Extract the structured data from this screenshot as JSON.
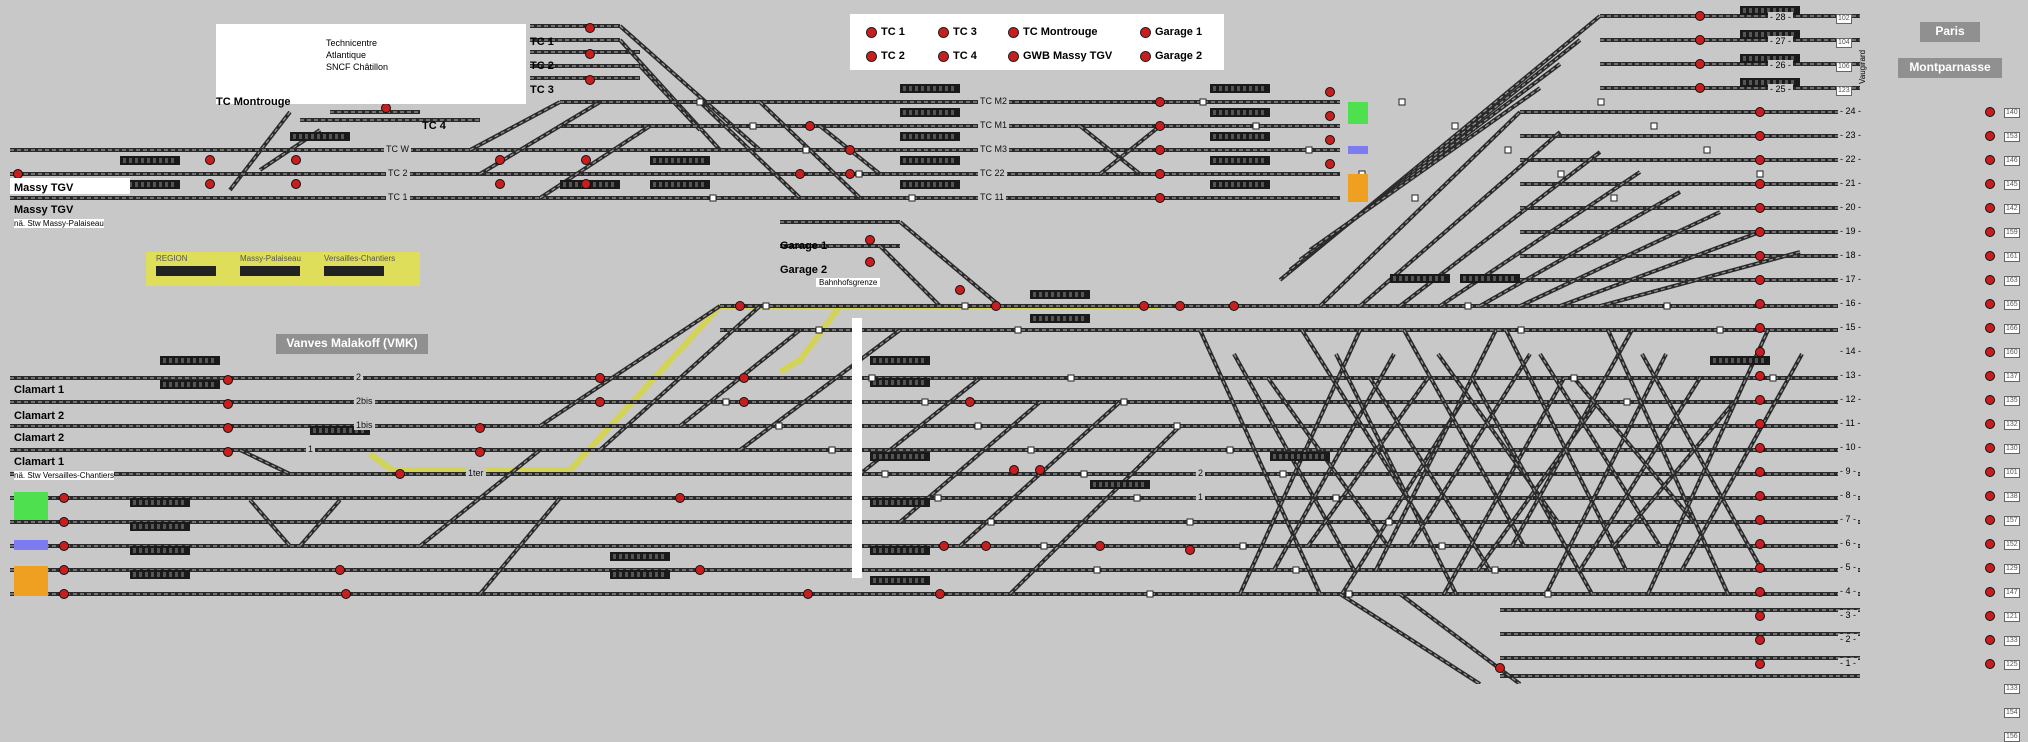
{
  "colors": {
    "background": "#c8c8c8",
    "track": "#2a2a2a",
    "signal_red": "#c81e1e",
    "region_yellow": "#dede5a",
    "route_yellow": "#d4d44a",
    "green_marker": "#4fe04f",
    "blue_marker": "#7c7cf0",
    "orange_marker": "#f0a020",
    "white_panel": "#ffffff",
    "header_gray": "#909090"
  },
  "header": {
    "paris": "Paris",
    "montparnasse": "Montparnasse",
    "vaugirard": "Vaugirard"
  },
  "technicentre": {
    "line1": "Technicentre",
    "line2": "Atlantique",
    "line3": "SNCF Châtillon"
  },
  "legend": [
    {
      "label": "TC 1"
    },
    {
      "label": "TC 3"
    },
    {
      "label": "TC Montrouge"
    },
    {
      "label": "Garage 1"
    },
    {
      "label": "TC 2"
    },
    {
      "label": "TC 4"
    },
    {
      "label": "GWB Massy TGV"
    },
    {
      "label": "Garage 2"
    }
  ],
  "region_panel": {
    "region": "REGION",
    "massy": "Massy-Palaiseau",
    "versailles": "Versailles-Chantiers"
  },
  "station_vmk": "Vanves Malakoff (VMK)",
  "labels": {
    "tc1": "TC 1",
    "tc2": "TC 2",
    "tc3": "TC 3",
    "tc4": "TC 4",
    "tc_montrouge": "TC Montrouge",
    "massy_tgv_a": "Massy TGV",
    "massy_tgv_b": "Massy TGV",
    "massy_stw": "nä. Stw Massy-Palaiseau",
    "garage1": "Garage 1",
    "garage2": "Garage 2",
    "bahnhofsgrenze": "Bahnhofsgrenze",
    "clamart1_a": "Clamart 1",
    "clamart2_a": "Clamart 2",
    "clamart2_b": "Clamart 2",
    "clamart1_b": "Clamart 1",
    "versailles_stw": "nä. Stw Versailles-Chantiers"
  },
  "track_names": {
    "tc_w": "TC W",
    "tc2": "TC 2",
    "tc1": "TC 1",
    "tc_m2": "TC M2",
    "tc_m1": "TC M1",
    "tc_m3": "TC M3",
    "tc22": "TC 22",
    "tc11": "TC 11",
    "t2": "2",
    "t2bis": "2bis",
    "t1bis": "1bis",
    "t1": "1",
    "t1ter": "1ter",
    "k2": "2",
    "k1": "1"
  },
  "platform_tracks": [
    "28",
    "27",
    "26",
    "25",
    "24",
    "23",
    "22",
    "21",
    "20",
    "19",
    "18",
    "17",
    "16",
    "15",
    "14",
    "13",
    "12",
    "11",
    "10",
    "9",
    "8",
    "7",
    "6",
    "5",
    "4",
    "3",
    "2",
    "1"
  ],
  "platform_numbers_right": [
    "140",
    "153",
    "146",
    "145",
    "142",
    "159",
    "161",
    "163",
    "165",
    "166",
    "160",
    "137",
    "135",
    "132",
    "130",
    "101",
    "138",
    "157",
    "152",
    "129",
    "147",
    "121",
    "133",
    "125",
    "133",
    "154",
    "156"
  ],
  "top_platform_numbers": [
    "102",
    "104",
    "106",
    "123"
  ]
}
